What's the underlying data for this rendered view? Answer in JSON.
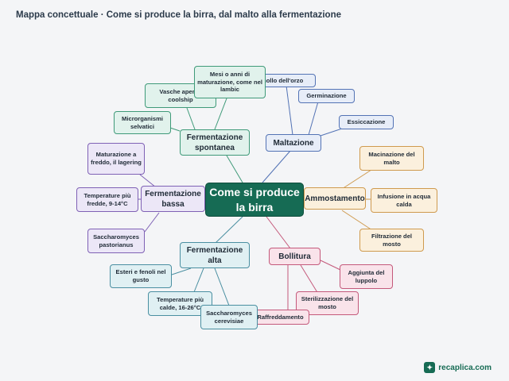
{
  "title": "Mappa concettuale · Come si produce la birra, dal malto alla fermentazione",
  "center": "Come si produce la birra",
  "branches": {
    "maltazione": {
      "label": "Maltazione",
      "leaves": [
        "Ammollo dell'orzo",
        "Germinazione",
        "Essiccazione"
      ]
    },
    "ammostamento": {
      "label": "Ammostamento",
      "leaves": [
        "Macinazione del malto",
        "Infusione in acqua calda",
        "Filtrazione del mosto"
      ]
    },
    "bollitura": {
      "label": "Bollitura",
      "leaves": [
        "Aggiunta del luppolo",
        "Sterilizzazione del mosto",
        "Raffreddamento"
      ]
    },
    "alta": {
      "label": "Fermentazione alta",
      "leaves": [
        "Esteri e fenoli nel gusto",
        "Temperature più calde, 16-26°C",
        "Saccharomyces cerevisiae"
      ]
    },
    "bassa": {
      "label": "Fermentazione bassa",
      "leaves": [
        "Maturazione a freddo, il lagering",
        "Temperature più fredde, 9-14°C",
        "Saccharomyces pastorianus"
      ]
    },
    "spontanea": {
      "label": "Fermentazione spontanea",
      "leaves": [
        "Microrganismi selvatici",
        "Vasche aperte, coolship",
        "Mesi o anni di maturazione, come nel lambic"
      ]
    }
  },
  "brand": {
    "name": "recaplica.com",
    "icon": "recaplica-logo-icon"
  },
  "colors": {
    "center": "#166b54",
    "maltazione": "#5373b5",
    "ammostamento": "#cf9a4e",
    "bollitura": "#c4597b",
    "alta": "#4a8fa1",
    "bassa": "#7f61b5",
    "spontanea": "#3f9a79"
  }
}
